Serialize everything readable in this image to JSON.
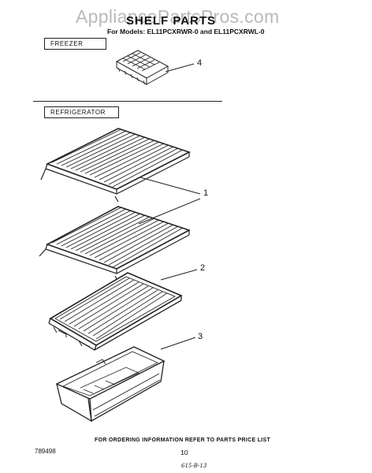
{
  "watermark": "AppliancePartsPros.com",
  "header": {
    "title": "SHELF PARTS",
    "subtitle": "For Models: EL11PCXRWR-0  and EL11PCXRWL-0"
  },
  "sections": {
    "freezer": "FREEZER",
    "refrigerator": "REFRIGERATOR"
  },
  "callouts": [
    "4",
    "1",
    "2",
    "3"
  ],
  "footer": {
    "ordering_note": "FOR ORDERING INFORMATION REFER TO PARTS PRICE LIST",
    "document_number": "789498",
    "page_number": "10",
    "handwritten_note": "615-B-13"
  }
}
